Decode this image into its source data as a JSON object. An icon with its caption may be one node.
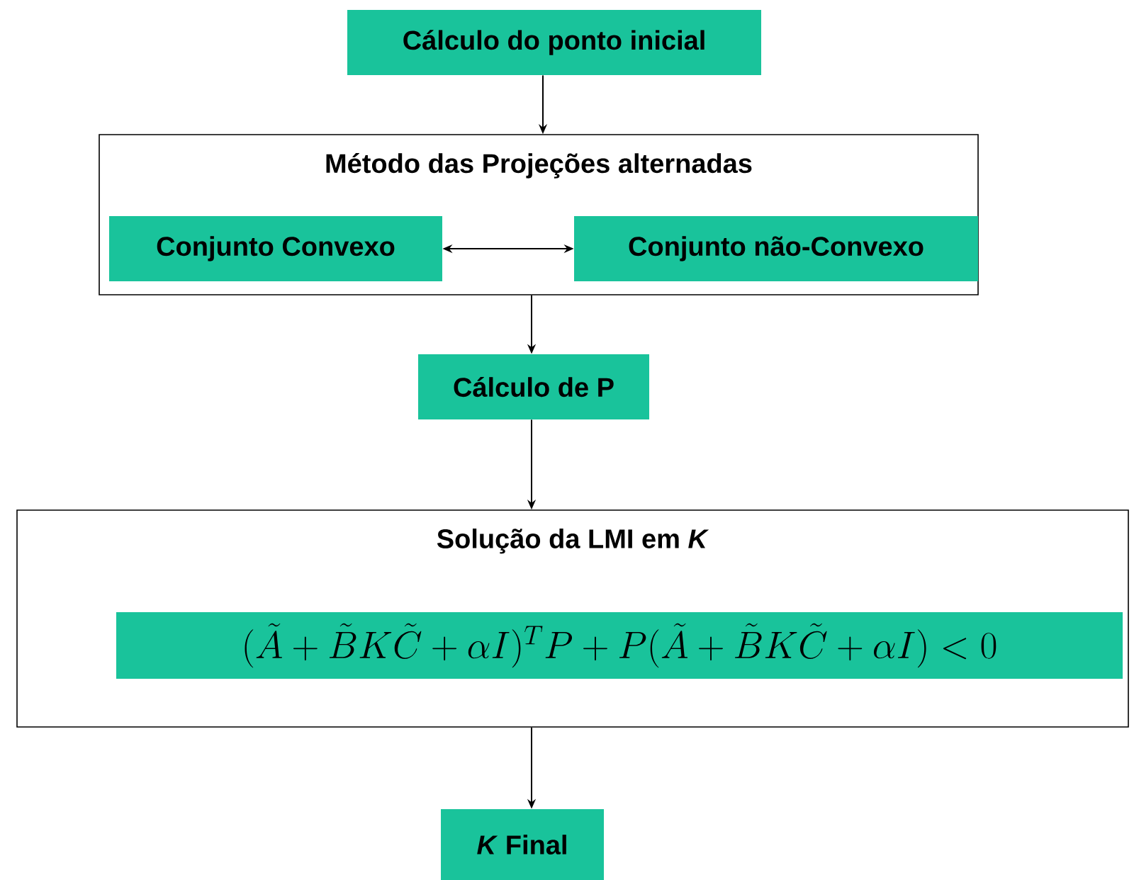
{
  "diagram": {
    "nodes": [
      {
        "text": [
          "Cálculo do ponto inicial"
        ]
      },
      {
        "text": [
          "Método das Projeções alternadas"
        ]
      },
      {
        "text": [
          "Conjunto Convexo"
        ],
        "in": 1
      },
      {
        "text": [
          "Conjunto não-Convexo"
        ],
        "in": 1
      },
      {
        "text": [
          "Cálculo de P"
        ]
      },
      {
        "text": [
          "Solução da LMI em *K*"
        ]
      },
      {
        "text": [
          "(\\tilde{A} + \\tilde{B} K \\tilde{C} + \\alpha I)^{T} P + P(\\tilde{A} + \\tilde{B} K \\tilde{C} + \\alpha I) < 0"
        ],
        "in": 5
      },
      {
        "text": [
          "*K* Final"
        ]
      }
    ],
    "edges": [
      {
        "from": 0,
        "to": 1,
        "arrow": "to"
      },
      {
        "from": 2,
        "to": 3,
        "arrow": "both"
      },
      {
        "from": 1,
        "to": 4,
        "arrow": "to"
      },
      {
        "from": 4,
        "to": 5,
        "arrow": "to"
      },
      {
        "from": 5,
        "to": 7,
        "arrow": "to"
      }
    ]
  }
}
